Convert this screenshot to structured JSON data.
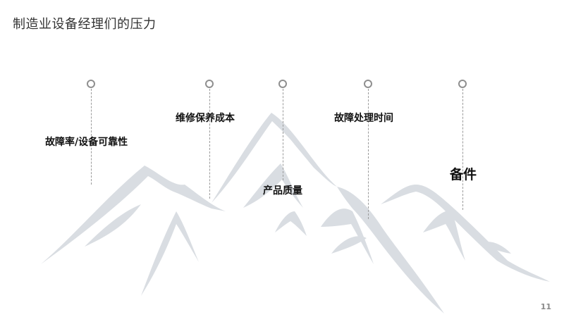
{
  "slide": {
    "title": "制造业设备经理们的压力",
    "page_number": "11",
    "items": [
      {
        "label": "故障率/设备可靠性"
      },
      {
        "label": "维修保养成本"
      },
      {
        "label": "产品质量"
      },
      {
        "label": "故障处理时间"
      },
      {
        "label": "备件"
      }
    ],
    "colors": {
      "mountain": "#d9dde2",
      "pin": "#8f8f8f",
      "stem": "#9a9a9a"
    }
  }
}
